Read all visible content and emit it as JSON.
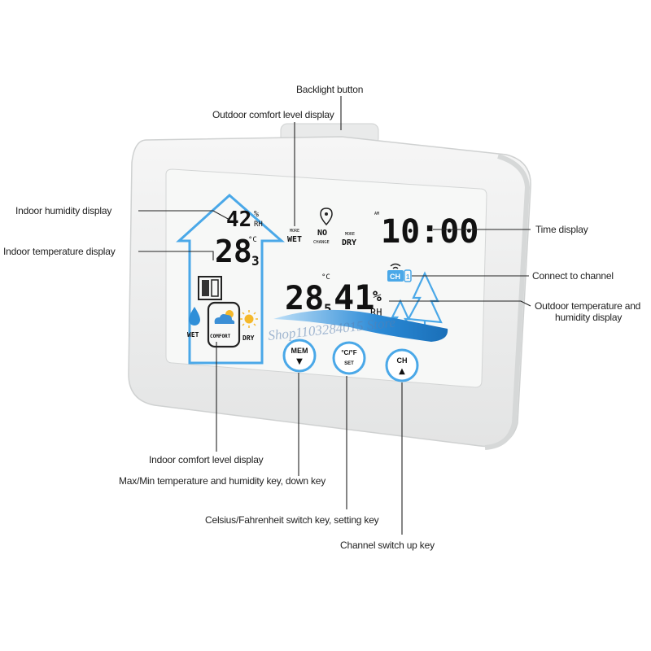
{
  "callouts": {
    "backlight": "Backlight button",
    "outdoor_comfort": "Outdoor comfort level display",
    "indoor_humidity": "Indoor humidity display",
    "indoor_temperature": "Indoor temperature display",
    "time": "Time display",
    "channel": "Connect to channel",
    "outdoor_temp_line1": "Outdoor temperature and",
    "outdoor_temp_line2": "humidity display",
    "indoor_comfort": "Indoor comfort level display",
    "mem_key": "Max/Min temperature and humidity key, down key",
    "cf_key": "Celsius/Fahrenheit switch key, setting key",
    "ch_key": "Channel switch up key"
  },
  "lcd": {
    "indoor_humidity": "42",
    "humidity_unit_pct": "%",
    "humidity_unit_rh": "RH",
    "indoor_temp": "28",
    "indoor_temp_decimal": "3",
    "deg_c": "°C",
    "more_wet_top": "MORE",
    "more_wet_bottom": "WET",
    "no_change_top": "NO",
    "no_change_bottom": "CHANGE",
    "more_dry_top": "MORE",
    "more_dry_bottom": "DRY",
    "am": "AM",
    "time": "10:00",
    "channel": "CH",
    "channel_num": "1",
    "outdoor_temp": "28",
    "outdoor_temp_decimal": "5",
    "outdoor_humidity": "41",
    "wet": "WET",
    "comfort": "COMFORT",
    "dry": "DRY"
  },
  "buttons": {
    "mem": "MEM",
    "mem_arrow": "▼",
    "cf_top": "°C/°F",
    "cf_bottom": "SET",
    "ch": "CH",
    "ch_arrow": "▲"
  },
  "watermark": "Shop1103284015 Store",
  "colors": {
    "accent_blue": "#4aa8e8",
    "lcd_bg": "#f7f8f7",
    "body": "#f1f2f2"
  }
}
